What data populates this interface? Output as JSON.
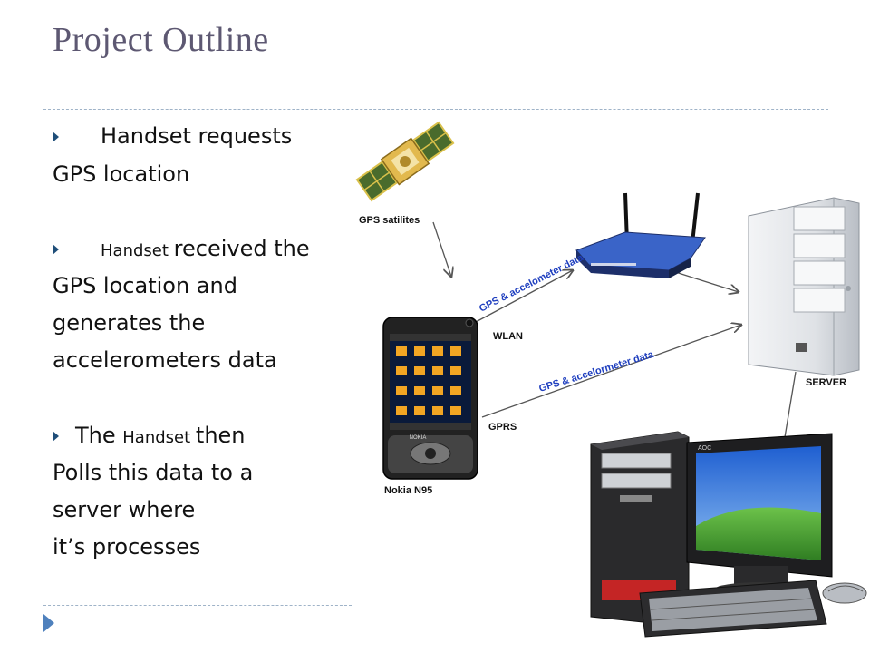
{
  "slide": {
    "title": "Project Outline",
    "bullets": [
      {
        "lines": [
          [
            {
              "t": "Handset requests",
              "s": "n"
            }
          ],
          [
            {
              "t": "GPS location",
              "s": "n"
            }
          ]
        ]
      },
      {
        "lines": [
          [
            {
              "t": "Handset ",
              "s": "s"
            },
            {
              "t": "received the",
              "s": "n"
            }
          ],
          [
            {
              "t": "GPS location and",
              "s": "n"
            }
          ],
          [
            {
              "t": "generates the",
              "s": "n"
            }
          ],
          [
            {
              "t": "accelerometers data",
              "s": "n"
            }
          ]
        ]
      },
      {
        "lines": [
          [
            {
              "t": "The ",
              "s": "n"
            },
            {
              "t": "Handset ",
              "s": "s"
            },
            {
              "t": "then",
              "s": "n"
            }
          ],
          [
            {
              "t": "Polls this data to a",
              "s": "n"
            }
          ],
          [
            {
              "t": " server where",
              "s": "n"
            }
          ],
          [
            {
              "t": "it’s processes",
              "s": "n"
            }
          ]
        ]
      }
    ]
  },
  "diagram": {
    "gps_label": "GPS satilites",
    "wlan_label": "WLAN",
    "gprs_label": "GPRS",
    "server_label": "SERVER",
    "phone_label": "Nokia N95",
    "wlan_data_label": "GPS & accelometer data",
    "gprs_data_label": "GPS & accelormeter data",
    "phone_brand": "NOKIA",
    "monitor_brand": "AOC"
  },
  "colors": {
    "title": "#5d5872",
    "accent": "#4f81bd",
    "data_label": "#1f3fbf",
    "desktop_wallpaper_sky": "#3a7be0",
    "desktop_wallpaper_grass": "#4fa83a"
  }
}
